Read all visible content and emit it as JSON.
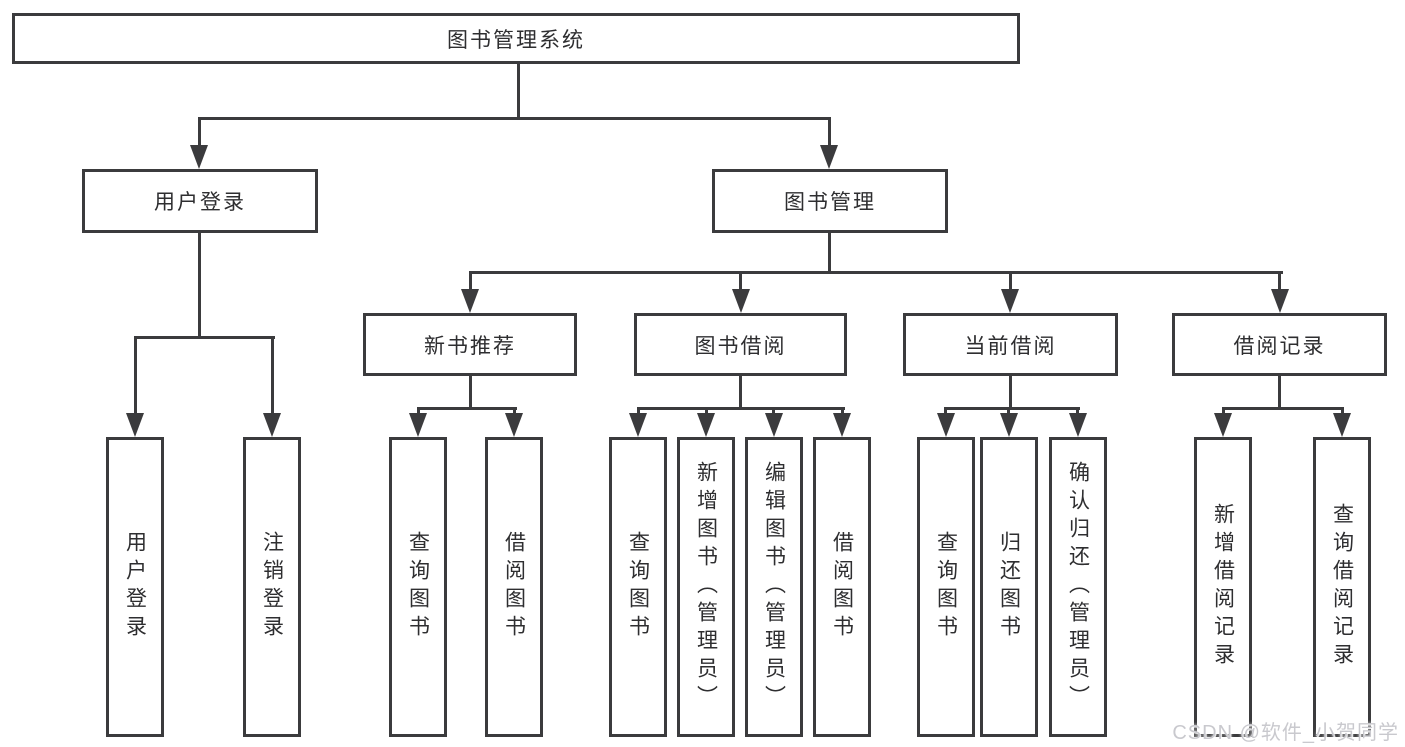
{
  "diagram": {
    "root": "图书管理系统",
    "children": [
      {
        "label": "用户登录",
        "children": [
          {
            "label": "用户登录"
          },
          {
            "label": "注销登录"
          }
        ]
      },
      {
        "label": "图书管理",
        "children": [
          {
            "label": "新书推荐",
            "children": [
              {
                "label": "查询图书"
              },
              {
                "label": "借阅图书"
              }
            ]
          },
          {
            "label": "图书借阅",
            "children": [
              {
                "label": "查询图书"
              },
              {
                "label": "新增图书（管理员）"
              },
              {
                "label": "编辑图书（管理员）"
              },
              {
                "label": "借阅图书"
              }
            ]
          },
          {
            "label": "当前借阅",
            "children": [
              {
                "label": "查询图书"
              },
              {
                "label": "归还图书"
              },
              {
                "label": "确认归还（管理员）"
              }
            ]
          },
          {
            "label": "借阅记录",
            "children": [
              {
                "label": "新增借阅记录"
              },
              {
                "label": "查询借阅记录"
              }
            ]
          }
        ]
      }
    ]
  },
  "watermark": {
    "text": "CSDN @软件_小贺同学"
  },
  "colors": {
    "line": "#3b3b3d",
    "text": "#2e2e30",
    "background": "#ffffff",
    "watermark": "#c9c9ce"
  }
}
